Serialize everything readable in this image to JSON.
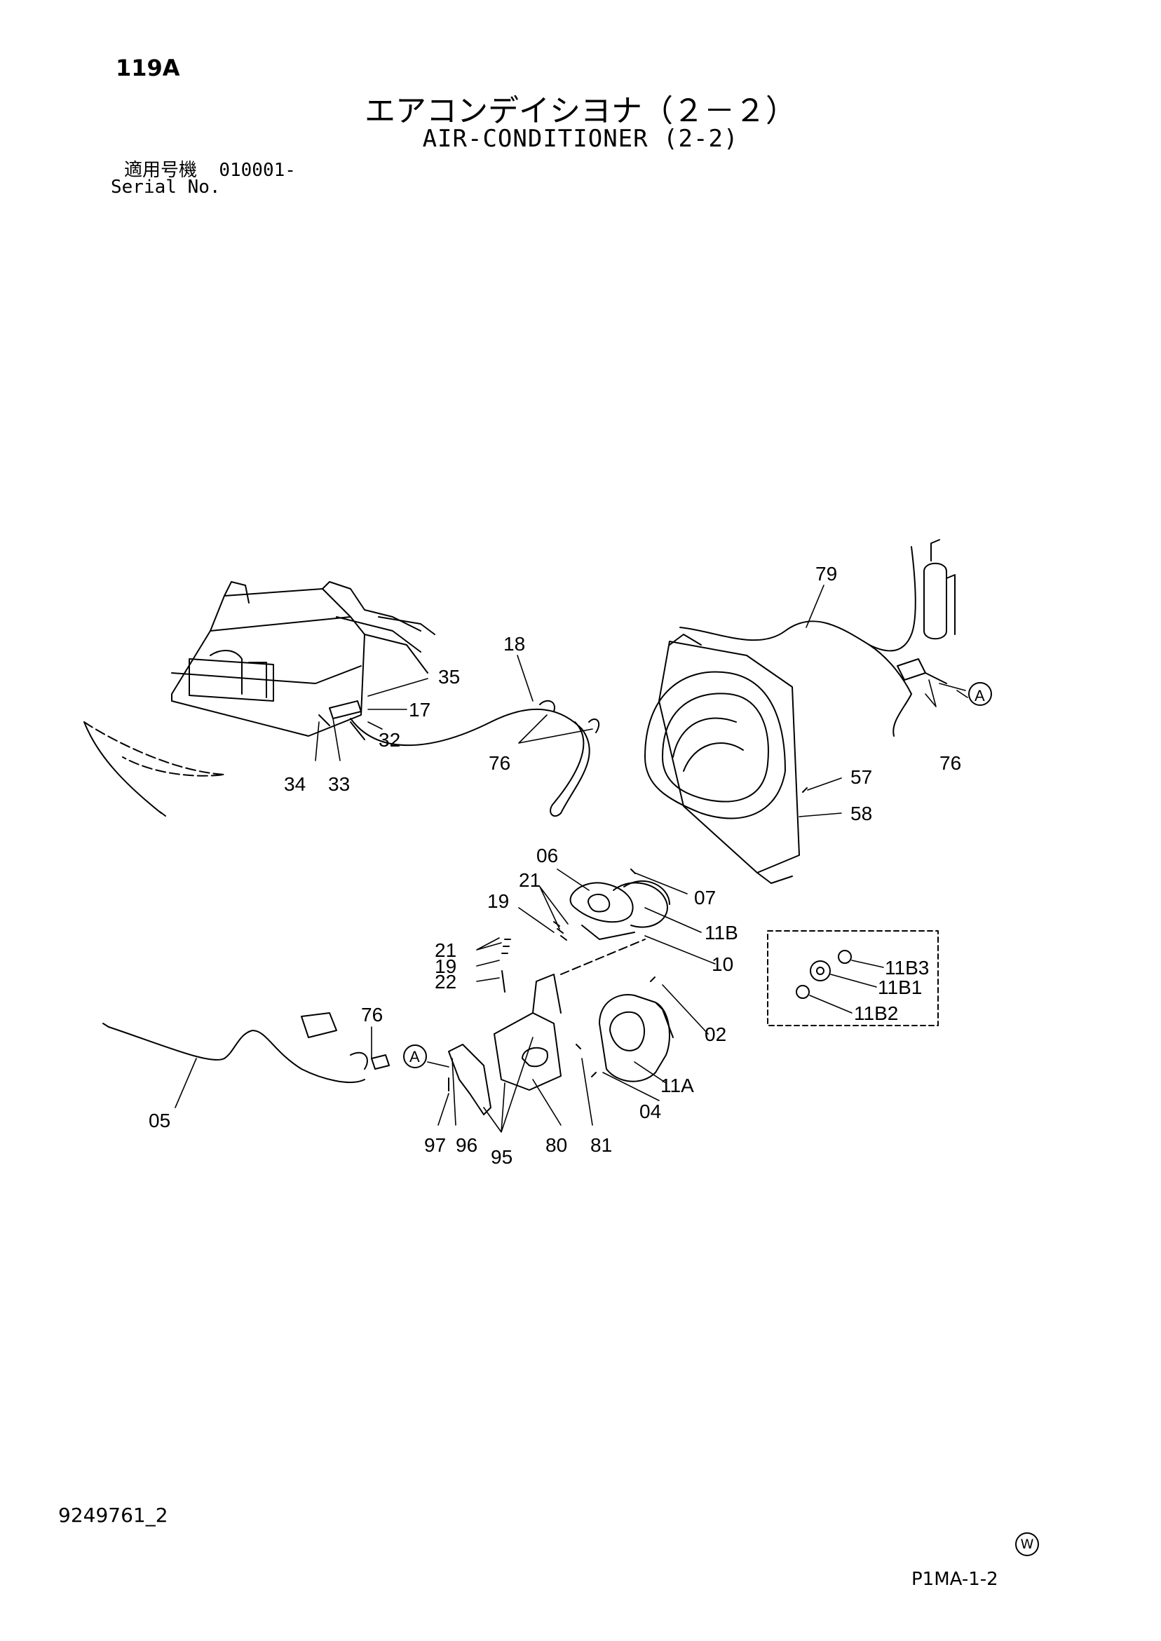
{
  "header": {
    "page_number": "119A",
    "title_jp": "エアコンデイシヨナ（２－２）",
    "title_en": "AIR-CONDITIONER (2-2)",
    "serial_label_jp": "適用号機",
    "serial_value": "010001-",
    "serial_label_en": "Serial No."
  },
  "callouts": {
    "c79": "79",
    "c18": "18",
    "c35": "35",
    "c17": "17",
    "c32": "32",
    "c34": "34",
    "c33": "33",
    "c76a": "76",
    "c76b": "76",
    "c76c": "76",
    "c57": "57",
    "c58": "58",
    "cA1": "A",
    "cA2": "A",
    "c06": "06",
    "c07": "07",
    "c21a": "21",
    "c19a": "19",
    "c11B": "11B",
    "c10": "10",
    "c21b": "21",
    "c19b": "19",
    "c22": "22",
    "c11B3": "11B3",
    "c11B1": "11B1",
    "c11B2": "11B2",
    "c02": "02",
    "c05": "05",
    "c11A": "11A",
    "c04": "04",
    "c97": "97",
    "c96": "96",
    "c95": "95",
    "c80": "80",
    "c81": "81"
  },
  "footer": {
    "document_id": "9249761_2",
    "mark": "W",
    "page_code": "P1MA-1-2"
  }
}
